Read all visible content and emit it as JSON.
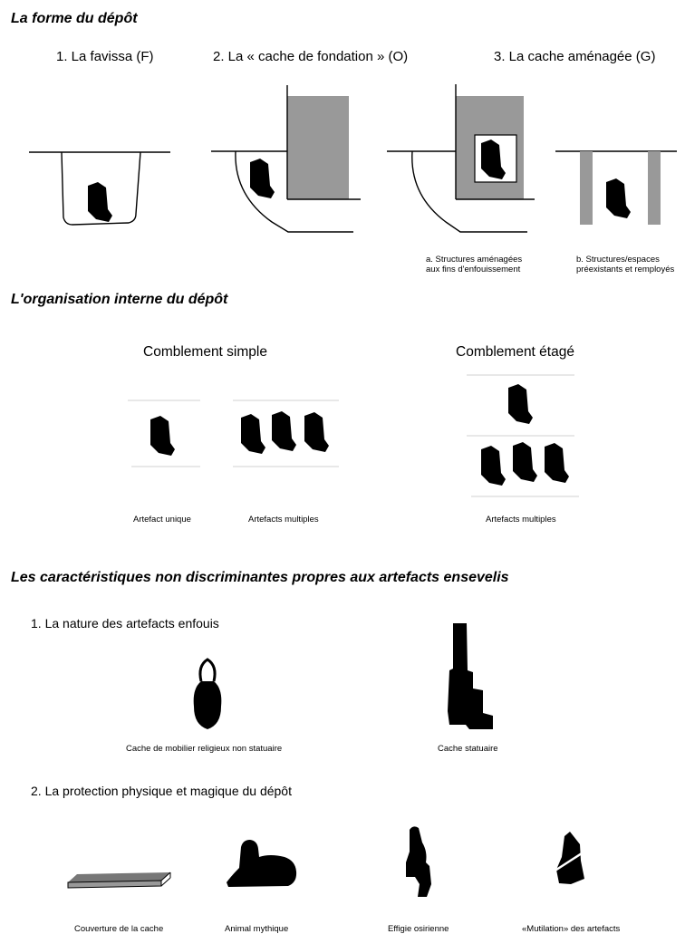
{
  "section1": {
    "heading": "La forme du dépôt",
    "columns": [
      "1. La favissa (F)",
      "2. La « cache de fondation » (O)",
      "3. La cache aménagée (G)"
    ],
    "note_a_line1": "a. Structures aménagées",
    "note_a_line2": "aux fins d'enfouissement",
    "note_b_line1": "b. Structures/espaces",
    "note_b_line2": "préexistants et remployés"
  },
  "section2": {
    "heading": "L'organisation interne du dépôt",
    "simple_title": "Comblement simple",
    "tiered_title": "Comblement étagé",
    "label_unique": "Artefact unique",
    "label_multiple_simple": "Artefacts multiples",
    "label_multiple_tiered": "Artefacts multiples"
  },
  "section3": {
    "heading": "Les caractéristiques non discriminantes propres aux artefacts ensevelis",
    "sub1": "1. La nature des artefacts enfouis",
    "label_mobilier": "Cache de mobilier religieux non statuaire",
    "label_statuaire": "Cache statuaire",
    "sub2": "2. La protection physique et magique du dépôt",
    "label_couverture": "Couverture de la cache",
    "label_animal": "Animal mythique",
    "label_effigie": "Effigie osirienne",
    "label_mutilation": "«Mutilation» des artefacts"
  },
  "colors": {
    "structure_fill": "#999999",
    "artifact": "#000000",
    "ground_line": "#000000",
    "fill_line": "#d0d0d0"
  }
}
